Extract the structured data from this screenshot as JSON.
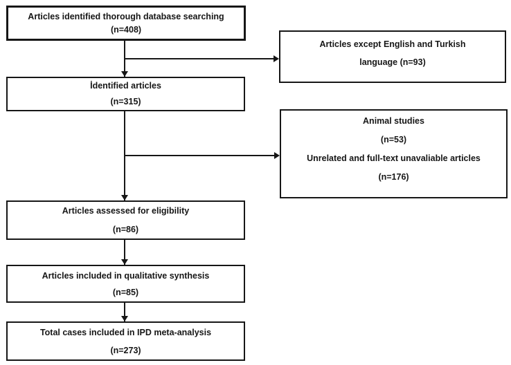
{
  "diagram": {
    "type": "prisma-flowchart",
    "colors": {
      "ink": "#161616",
      "background": "#ffffff"
    },
    "boxes": [
      {
        "id": "database-search",
        "lines": [
          "Articles identified thorough database searching",
          "(n=408)"
        ]
      },
      {
        "id": "excluded-language",
        "lines": [
          "Articles except English and Turkish",
          "language (n=93)"
        ]
      },
      {
        "id": "identified-articles",
        "lines": [
          "İdentified articles",
          "(n=315)"
        ]
      },
      {
        "id": "excluded-animal-unrelated",
        "lines": [
          "Animal studies",
          "(n=53)",
          "Unrelated and full-text unavaliable articles",
          "(n=176)"
        ]
      },
      {
        "id": "assessed-eligibility",
        "lines": [
          "Articles assessed for eligibility",
          "(n=86)"
        ]
      },
      {
        "id": "qualitative-synthesis",
        "lines": [
          "Articles included in qualitative synthesis",
          "(n=85)"
        ]
      },
      {
        "id": "ipd-meta-analysis",
        "lines": [
          "Total cases included in IPD meta-analysis",
          "(n=273)"
        ]
      }
    ]
  }
}
